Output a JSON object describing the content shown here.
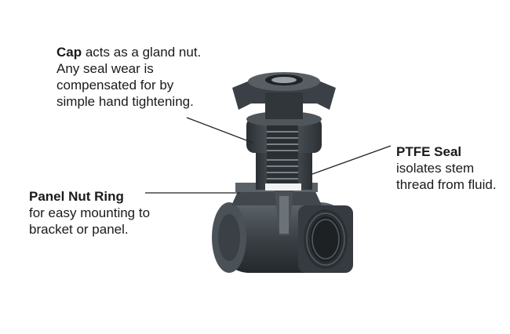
{
  "callouts": {
    "cap": {
      "title": "Cap",
      "body": " acts as a gland nut. Any seal wear is compensated for by simple hand tightening."
    },
    "ptfe": {
      "title": "PTFE Seal",
      "body": "isolates stem thread from fluid."
    },
    "panel": {
      "title": "Panel Nut Ring",
      "body": "for easy mounting to bracket or panel."
    }
  },
  "colors": {
    "body": "#3a4045",
    "dark": "#23282c",
    "light": "#6b7278",
    "seal": "#f2f2f2",
    "leader": "#222222"
  }
}
